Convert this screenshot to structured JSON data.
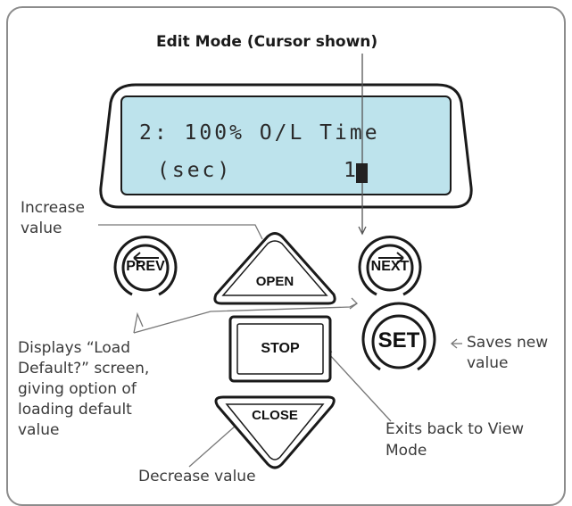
{
  "title": "Edit Mode (Cursor shown)",
  "lcd": {
    "line1": "2: 100% O/L Time",
    "line2_label": "(sec)",
    "line2_value": "1",
    "background": "#bde3ec"
  },
  "buttons": {
    "prev": "PREV",
    "open": "OPEN",
    "next": "NEXT",
    "stop": "STOP",
    "set": "SET",
    "close": "CLOSE"
  },
  "annotations": {
    "increase": [
      "Increase",
      "value"
    ],
    "displays": [
      "Displays “Load",
      "Default?” screen,",
      "giving option of",
      "loading default",
      "value"
    ],
    "saves": [
      "Saves new",
      "value"
    ],
    "exits": [
      "Exits back to View",
      "Mode"
    ],
    "decrease": "Decrease value"
  }
}
